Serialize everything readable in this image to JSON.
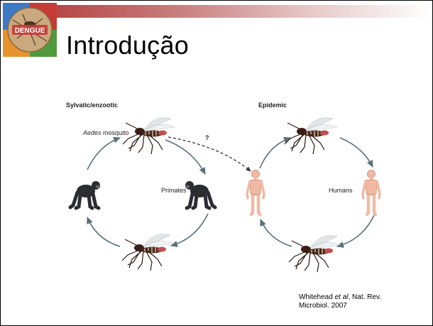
{
  "title": "Introdução",
  "logo": {
    "text": "DENGUE"
  },
  "diagram": {
    "left_cycle_title": "Sylvatic/enzootic",
    "right_cycle_title": "Epidemic",
    "aedes_label_italic": "Aedes",
    "aedes_label_rest": " mosquito",
    "question_mark": "?",
    "primates_label": "Primates",
    "humans_label": "Humans"
  },
  "citation": {
    "line1_a": "Whitehead ",
    "line1_em": "et al",
    "line1_b": ", Nat. Rev.",
    "line2": "Microbiol.  2007"
  },
  "colors": {
    "arrow": "#58707a",
    "human_skin": "#f1b9a4",
    "primate": "#2c2d33",
    "mosquito": "#3a1f14"
  }
}
